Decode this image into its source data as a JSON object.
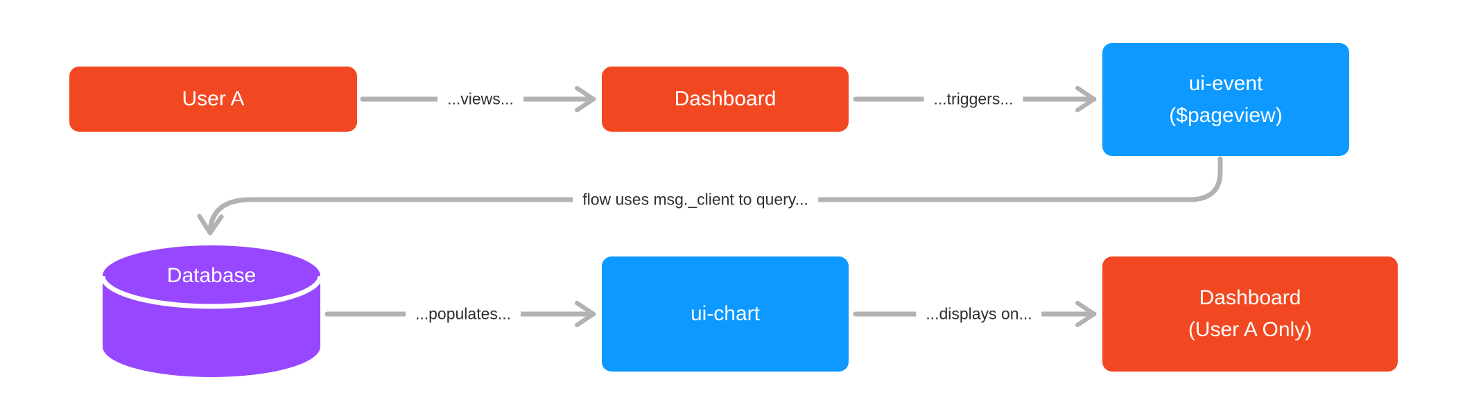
{
  "diagram": {
    "colors": {
      "canvas_bg": "#ffffff",
      "node_red": "#f24822",
      "node_blue": "#0d99ff",
      "node_purple": "#9747ff",
      "node_text": "#ffffff",
      "connector": "#b2b2b2",
      "label_text": "#2f2f2f"
    },
    "nodes": {
      "user_a": {
        "label": "User A",
        "shape": "rectangle",
        "color": "#f24822"
      },
      "dashboard": {
        "label": "Dashboard",
        "shape": "rectangle",
        "color": "#f24822"
      },
      "ui_event": {
        "line1": "ui-event",
        "line2": "($pageview)",
        "shape": "rectangle",
        "color": "#0d99ff"
      },
      "database": {
        "label": "Database",
        "shape": "cylinder",
        "color": "#9747ff"
      },
      "ui_chart": {
        "label": "ui-chart",
        "shape": "rectangle",
        "color": "#0d99ff"
      },
      "dashboard_user_a_only": {
        "line1": "Dashboard",
        "line2": "(User A Only)",
        "shape": "rectangle",
        "color": "#f24822"
      }
    },
    "connectors": {
      "views": {
        "label": "...views...",
        "from": "user_a",
        "to": "dashboard"
      },
      "triggers": {
        "label": "...triggers...",
        "from": "dashboard",
        "to": "ui_event"
      },
      "query": {
        "label": "flow uses msg._client to query...",
        "from": "ui_event",
        "to": "database"
      },
      "populates": {
        "label": "...populates...",
        "from": "database",
        "to": "ui_chart"
      },
      "displays": {
        "label": "...displays on...",
        "from": "ui_chart",
        "to": "dashboard_user_a_only"
      }
    }
  }
}
